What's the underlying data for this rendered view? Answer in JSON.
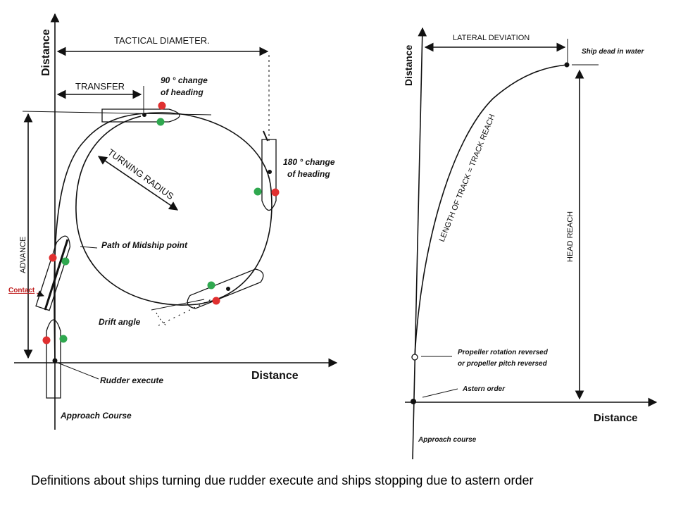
{
  "left_diagram": {
    "axis_x_label": "Distance",
    "axis_y_label": "Distance",
    "tactical_diameter": "TACTICAL DIAMETER.",
    "transfer": "TRANSFER",
    "change_90_line1": "90 ° change",
    "change_90_line2": "of heading",
    "change_180_line1": "180 ° change",
    "change_180_line2": "of heading",
    "turning_radius": "TURNING RADIUS",
    "advance": "ADVANCE",
    "path_midship": "Path of  Midship point",
    "contact": "Contact",
    "drift_angle": "Drift angle",
    "rudder_execute": "Rudder execute",
    "approach_course": "Approach  Course"
  },
  "right_diagram": {
    "axis_x_label": "Distance",
    "axis_y_label": "Distance",
    "lateral_deviation": "LATERAL DEVIATION",
    "ship_dead": "Ship dead in water",
    "track_reach": "LENGTH OF TRACK  =  TRACK REACH",
    "head_reach": "HEAD  REACH",
    "propeller_line1": "Propeller rotation reversed",
    "propeller_line2": "or propeller pitch reversed",
    "astern_order": "Astern order",
    "approach_course": "Approach course"
  },
  "caption": "Definitions about ships turning due rudder execute and ships stopping due to astern order",
  "colors": {
    "red_marker": "#e03030",
    "green_marker": "#2fa84f",
    "contact_text": "#c02020",
    "ink": "#111111"
  }
}
